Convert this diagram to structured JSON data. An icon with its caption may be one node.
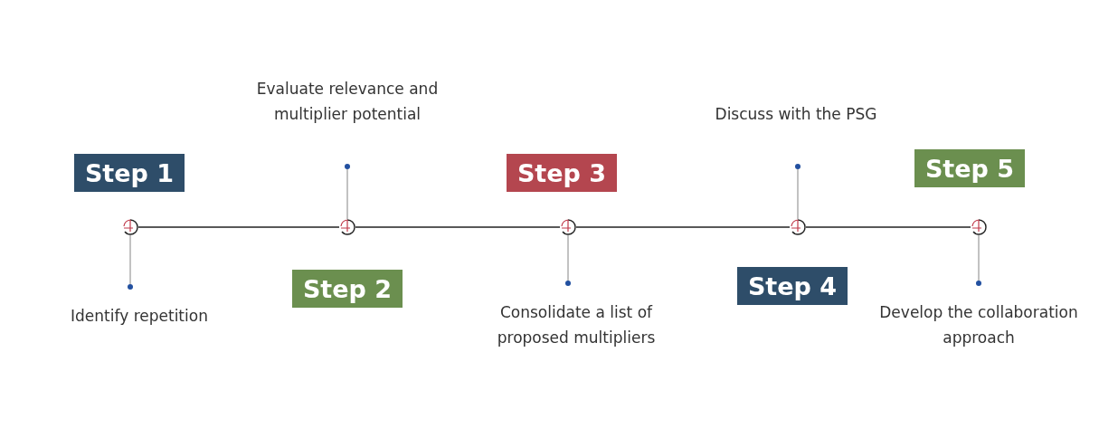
{
  "diagram": {
    "nodes": [
      {
        "text": [
          "Step 1"
        ]
      },
      {
        "text": [
          "Step 2"
        ]
      },
      {
        "text": [
          "Step 3"
        ]
      },
      {
        "text": [
          "Step 4"
        ]
      },
      {
        "text": [
          "Step 5"
        ]
      },
      {
        "text": [
          "Identify repetition"
        ]
      },
      {
        "text": [
          "Evaluate relevance and multiplier potential"
        ]
      },
      {
        "text": [
          "Consolidate a list of proposed multipliers"
        ]
      },
      {
        "text": [
          "Discuss with the PSG"
        ]
      },
      {
        "text": [
          "Develop the collaboration approach"
        ]
      },
      {
        "text": [],
        "shape": "circle"
      },
      {
        "text": [],
        "shape": "circle"
      },
      {
        "text": [],
        "shape": "circle"
      },
      {
        "text": [],
        "shape": "circle"
      },
      {
        "text": [],
        "shape": "circle"
      }
    ],
    "edges": [
      {
        "from": 10,
        "to": 11,
        "arrow": "none",
        "color": "#222222"
      },
      {
        "from": 11,
        "to": 12,
        "arrow": "none",
        "color": "#222222"
      },
      {
        "from": 12,
        "to": 13,
        "arrow": "none",
        "color": "#222222"
      },
      {
        "from": 13,
        "to": 14,
        "arrow": "none",
        "color": "#222222"
      },
      {
        "from": 10,
        "to": 5,
        "arrow": "other"
      },
      {
        "from": 11,
        "to": 6,
        "arrow": "other"
      },
      {
        "from": 12,
        "to": 7,
        "arrow": "other"
      },
      {
        "from": 13,
        "to": 8,
        "arrow": "other"
      },
      {
        "from": 14,
        "to": 9,
        "arrow": "other"
      }
    ]
  }
}
